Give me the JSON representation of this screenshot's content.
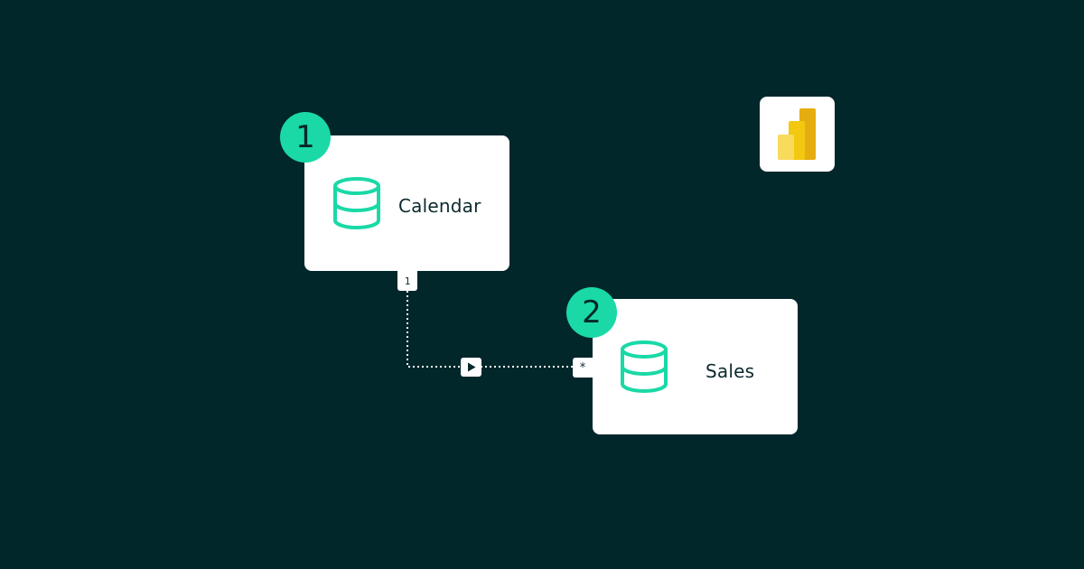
{
  "diagram": {
    "tables": [
      {
        "step": "1",
        "name": "Calendar",
        "icon": "database-icon"
      },
      {
        "step": "2",
        "name": "Sales",
        "icon": "database-icon"
      }
    ],
    "relationship": {
      "from_cardinality": "1",
      "to_cardinality": "*",
      "direction_icon": "play-arrow-icon"
    },
    "logo": "power-bi-logo"
  },
  "colors": {
    "background": "#02272b",
    "accent": "#1ad9a6",
    "card": "#ffffff",
    "text": "#0b2a2e",
    "logo_gold_dark": "#e6ad10",
    "logo_gold_mid": "#f2c811",
    "logo_gold_light": "#f8da5d"
  }
}
